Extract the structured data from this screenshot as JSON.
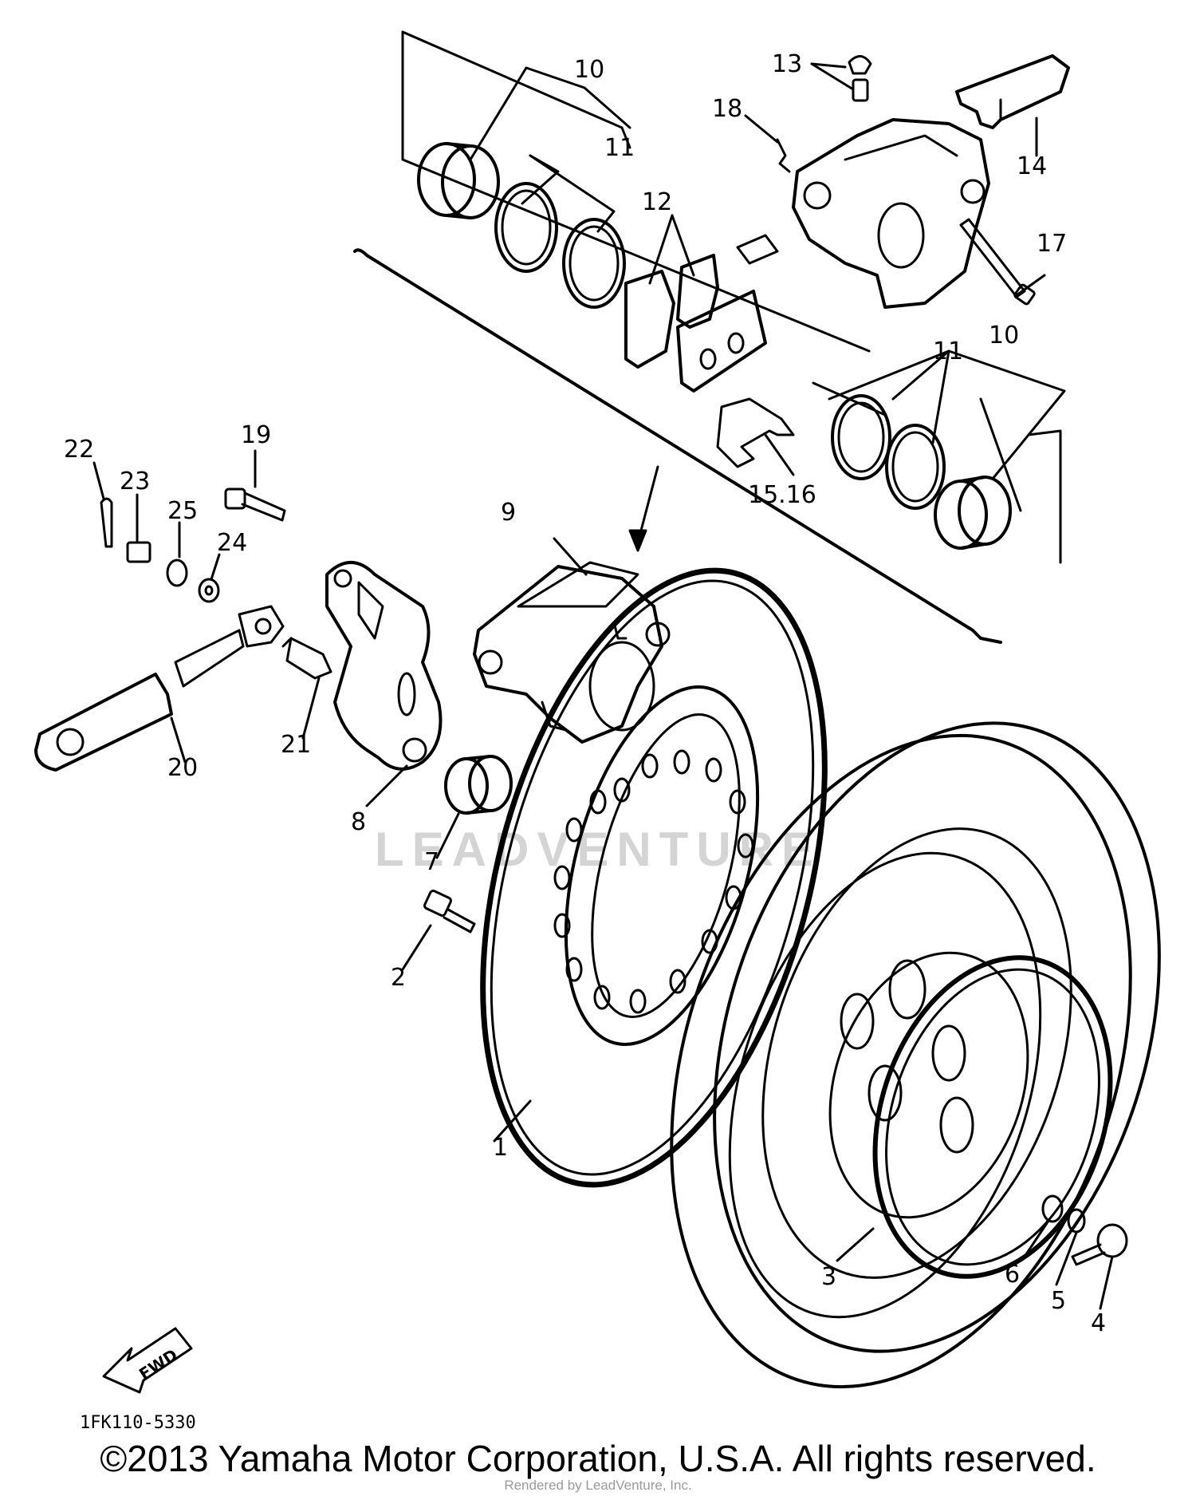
{
  "part_numbers": [
    "1",
    "2",
    "3",
    "4",
    "5",
    "6",
    "7",
    "8",
    "9",
    "10",
    "10",
    "11",
    "11",
    "12",
    "13",
    "14",
    "15.16",
    "17",
    "18",
    "19",
    "20",
    "21",
    "22",
    "23",
    "24",
    "25"
  ],
  "fwd_label": "FWD",
  "drawing_code": "1FK110-5330",
  "copyright": "©2013 Yamaha Motor Corporation, U.S.A. All rights reserved.",
  "render_credit": "Rendered by LeadVenture, Inc.",
  "watermark_text": "LEADVENTURE"
}
